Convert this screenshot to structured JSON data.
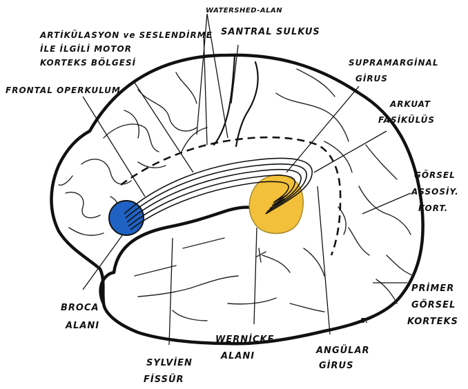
{
  "colors": {
    "broca_area": "#1f62c4",
    "wernicke_area": "#f2c03a",
    "ink": "#111111",
    "background": "#ffffff"
  },
  "labels": {
    "watershed": "WATERSHED-ALAN",
    "motor_cortex": [
      "ARTİKÜLASYON ve SESLENDİRME",
      "İLE İLGİLİ MOTOR",
      "KORTEKS BÖLGESİ"
    ],
    "central_sulcus": "SANTRAL SULKUS",
    "frontal_operculum": "FRONTAL OPERKULUM",
    "supramarginal": [
      "SUPRAMARGİNAL",
      "GİRUS"
    ],
    "arcuate": [
      "ARKUAT",
      "FASİKÜLÜS"
    ],
    "visual_assoc": [
      "GÖRSEL",
      "ASSOSİY.",
      "KORT."
    ],
    "primary_visual": [
      "PRİMER",
      "GÖRSEL",
      "KORTEKS"
    ],
    "broca": [
      "BROCA",
      "ALANI"
    ],
    "sylvian": [
      "SYLVİEN",
      "FİSSÜR"
    ],
    "wernicke": [
      "WERNİCKE",
      "ALANI"
    ],
    "angular": [
      "ANGÜLAR",
      "GİRUS"
    ],
    "artist_mark": "E."
  }
}
